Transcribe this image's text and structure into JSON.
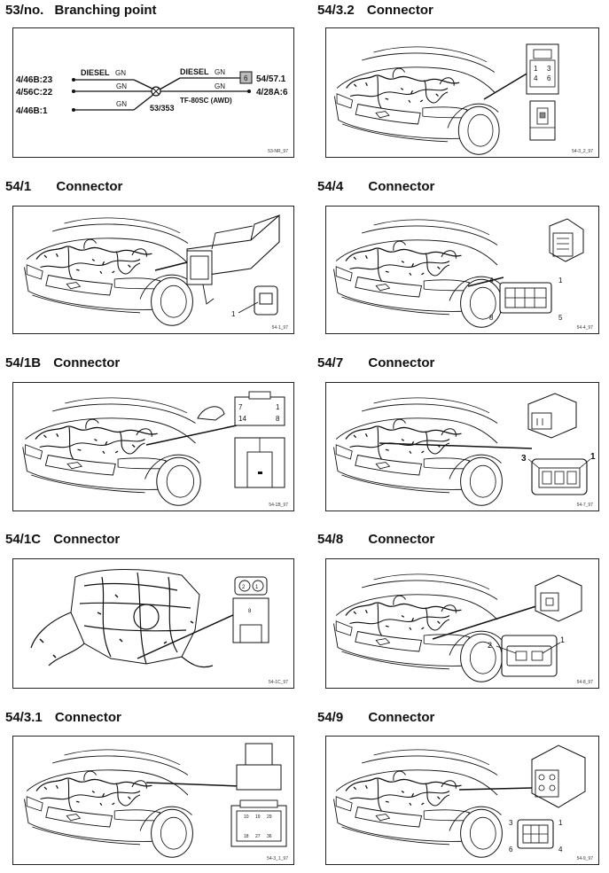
{
  "sections": [
    {
      "id": "53",
      "num": "53/no.",
      "label": "Branching point",
      "code": "53-NR_97"
    },
    {
      "id": "5432",
      "num": "54/3.2",
      "label": "Connector",
      "code": "54-3_2_97"
    },
    {
      "id": "541",
      "num": "54/1",
      "label": "Connector",
      "code": "54-1_97"
    },
    {
      "id": "544",
      "num": "54/4",
      "label": "Connector",
      "code": "54-4_97"
    },
    {
      "id": "541b",
      "num": "54/1B",
      "label": "Connector",
      "code": "54-1B_97"
    },
    {
      "id": "547",
      "num": "54/7",
      "label": "Connector",
      "code": "54-7_97"
    },
    {
      "id": "541c",
      "num": "54/1C",
      "label": "Connector",
      "code": "54-1C_97"
    },
    {
      "id": "548",
      "num": "54/8",
      "label": "Connector",
      "code": "54-8_97"
    },
    {
      "id": "5431",
      "num": "54/3.1",
      "label": "Connector",
      "code": "54-3_1_97"
    },
    {
      "id": "549",
      "num": "54/9",
      "label": "Connector",
      "code": "54-9_97"
    }
  ],
  "branching": {
    "left_terminals": [
      "4/46B:23",
      "4/56C:22",
      "4/46B:1"
    ],
    "right_terminals": [
      "54/57.1",
      "4/28A:6"
    ],
    "wire_diesel_left": "DIESEL",
    "wire_diesel_right": "DIESEL",
    "wire_color": "GN",
    "box_number": "6",
    "junction": "53/353",
    "variant": "TF-80SC (AWD)"
  },
  "pins": {
    "c5432": [
      "1",
      "3",
      "4",
      "6"
    ],
    "c541": [
      "1"
    ],
    "c544": [
      "4",
      "1",
      "8",
      "5"
    ],
    "c541b": [
      "7",
      "1",
      "14",
      "8"
    ],
    "c547": [
      "3",
      "1"
    ],
    "c541c": [
      "2",
      "1",
      "8"
    ],
    "c548": [
      "2",
      "1"
    ],
    "c5431": [
      "10",
      "19",
      "29",
      "18",
      "27",
      "36"
    ],
    "c549": [
      "3",
      "1",
      "6",
      "4"
    ]
  }
}
